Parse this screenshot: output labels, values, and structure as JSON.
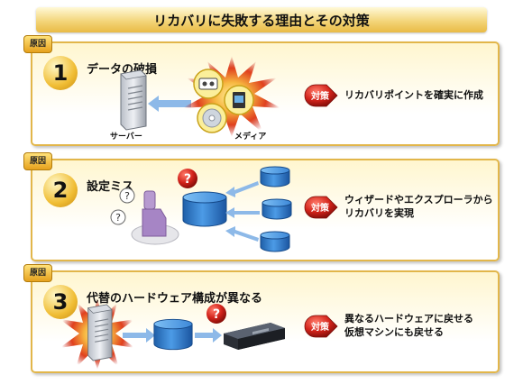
{
  "title": "リカバリに失敗する理由とその対策",
  "cause_tag_label": "原因",
  "solution_label": "対策",
  "causes": [
    {
      "number": "1",
      "title": "データの破損",
      "captions": {
        "server": "サーバー",
        "media": "メディア"
      },
      "solution_lines": [
        "リカバリポイントを確実に作成"
      ]
    },
    {
      "number": "2",
      "title": "設定ミス",
      "solution_lines": [
        "ウィザードやエクスプローラから",
        "リカバリを実現"
      ]
    },
    {
      "number": "3",
      "title": "代替のハードウェア構成が異なる",
      "solution_lines": [
        "異なるハードウェアに戻せる",
        "仮想マシンにも戻せる"
      ]
    }
  ],
  "colors": {
    "accent_red": "#d2231a",
    "gold": "#e2b64a",
    "disk_blue": "#2f7fd0",
    "arrow_blue": "#8db9e8"
  },
  "icons": [
    "server-icon",
    "cassette-icon",
    "memory-card-icon",
    "cd-icon",
    "burst-icon",
    "database-icon",
    "question-icon",
    "user-icon",
    "appliance-icon"
  ]
}
